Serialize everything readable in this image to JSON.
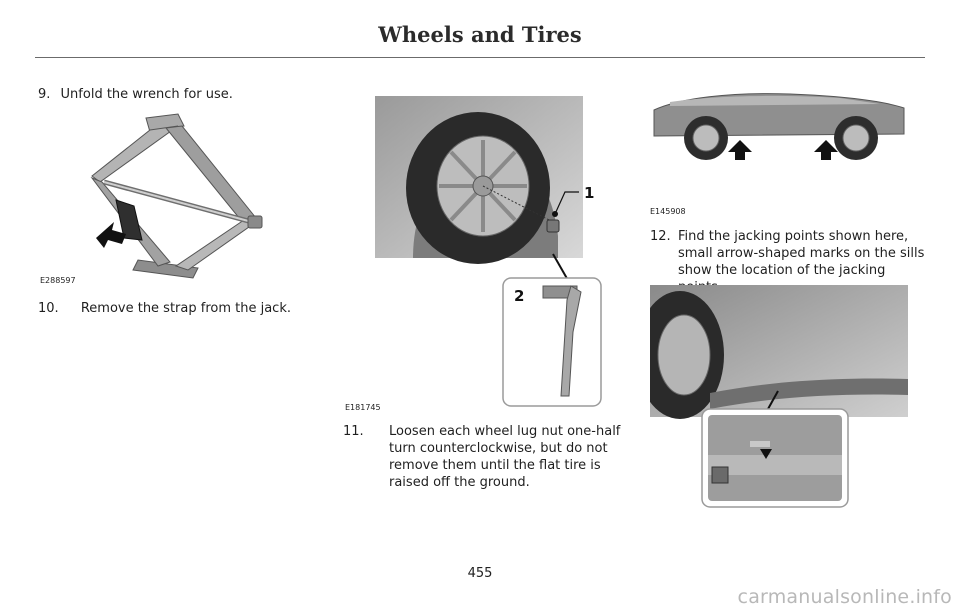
{
  "header": {
    "title": "Wheels and Tires"
  },
  "steps": [
    {
      "number": "9.",
      "text": "Unfold the wrench for use."
    },
    {
      "number": "10.",
      "text": "Remove the strap from the jack."
    },
    {
      "number": "11.",
      "text": "Loosen each wheel lug nut one-half turn counterclockwise, but do not remove them until the flat tire is raised off the ground."
    },
    {
      "number": "12.",
      "text": "Find the jacking points shown here, small arrow-shaped marks on the sills show the location of the jacking points."
    }
  ],
  "figures": [
    {
      "code": "E288597",
      "subject": "scissor-jack"
    },
    {
      "code": "E181745",
      "subject": "wheel-lug-wrench",
      "callouts": [
        "1",
        "2"
      ]
    },
    {
      "code": "E145908",
      "subject": "vehicle-jacking-points"
    },
    {
      "code": "",
      "subject": "sill-jacking-mark-detail"
    }
  ],
  "page_number": "455",
  "watermark": "carmanualsonline.info"
}
